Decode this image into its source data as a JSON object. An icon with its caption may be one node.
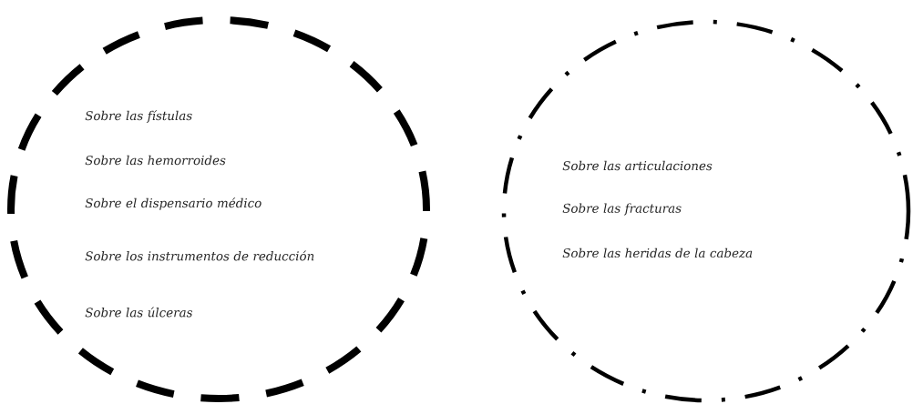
{
  "diagram": {
    "nodes": [
      {
        "text": [
          "Sobre las fístulas",
          "Sobre las hemorroides",
          "Sobre el dispensario médico",
          "Sobre los instrumentos de reducción",
          "Sobre las úlceras"
        ]
      },
      {
        "text": [
          "Sobre las articulaciones",
          "Sobre las fracturas",
          "Sobre las heridas de la cabeza"
        ]
      }
    ]
  }
}
